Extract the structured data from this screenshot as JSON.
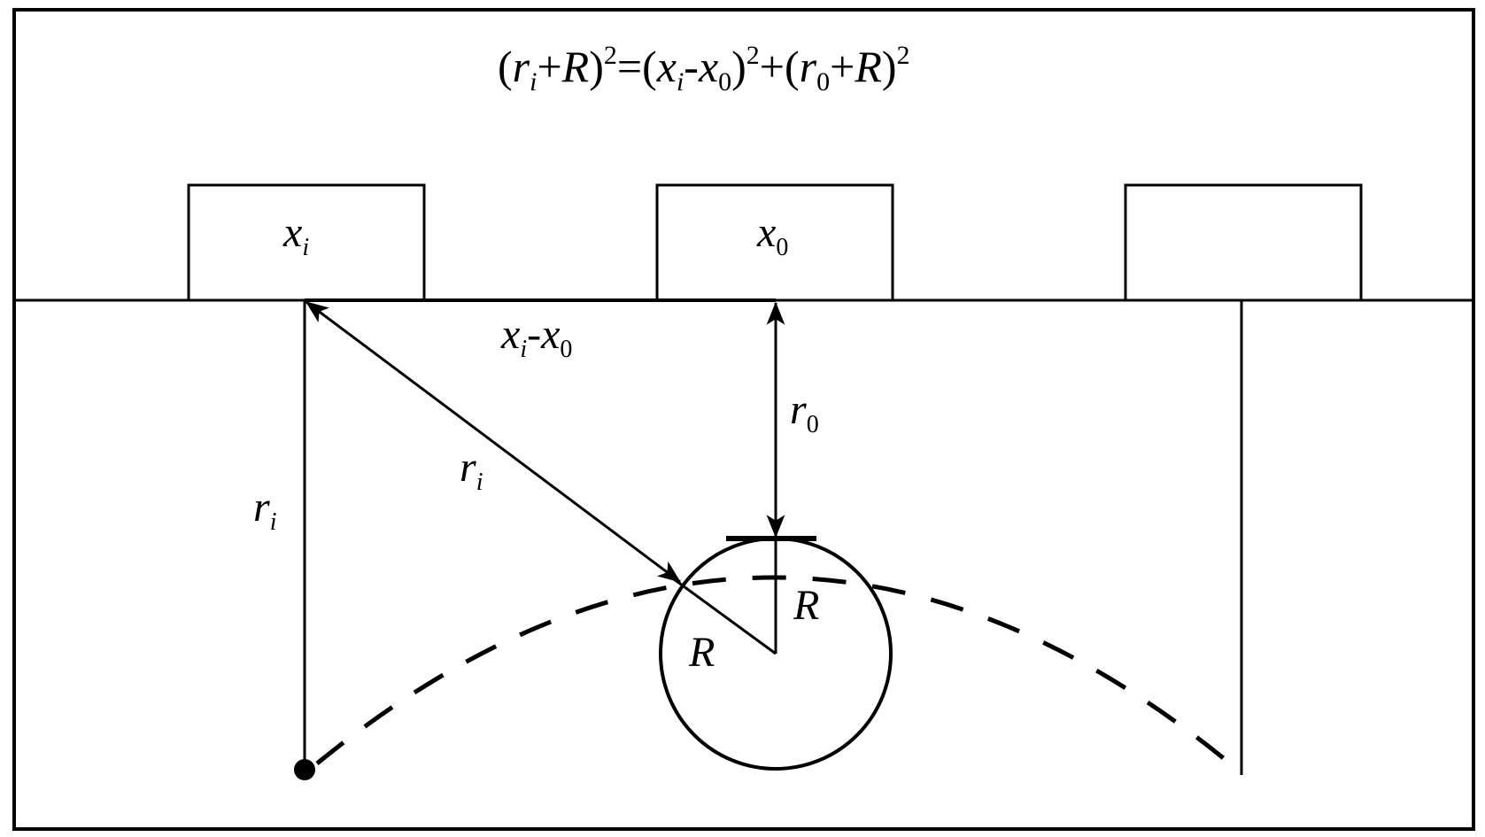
{
  "formula": {
    "lp1": "(",
    "r": "r",
    "i": "i",
    "plus1": "+",
    "R1": "R",
    "rp1": ")",
    "sq1": "2",
    "eq": "=",
    "lp2": "(",
    "x": "x",
    "i2": "i",
    "minus": "-",
    "x2": "x",
    "zero1": "0",
    "rp2": ")",
    "sq2": "2",
    "plus2": "+",
    "lp3": "(",
    "r2": "r",
    "zero2": "0",
    "plus3": "+",
    "R2": "R",
    "rp3": ")",
    "sq3": "2"
  },
  "labels": {
    "xi": {
      "main": "x",
      "sub": "i"
    },
    "x0": {
      "main": "x",
      "sub": "0"
    },
    "xi_minus_x0": {
      "main1": "x",
      "sub1": "i",
      "minus": "-",
      "main2": "x",
      "sub2": "0"
    },
    "r0": {
      "main": "r",
      "sub": "0"
    },
    "ri_diag": {
      "main": "r",
      "sub": "i"
    },
    "ri_vert": {
      "main": "r",
      "sub": "i"
    },
    "R_left": "R",
    "R_right": "R"
  },
  "colors": {
    "ink": "#000000",
    "background": "#ffffff"
  }
}
